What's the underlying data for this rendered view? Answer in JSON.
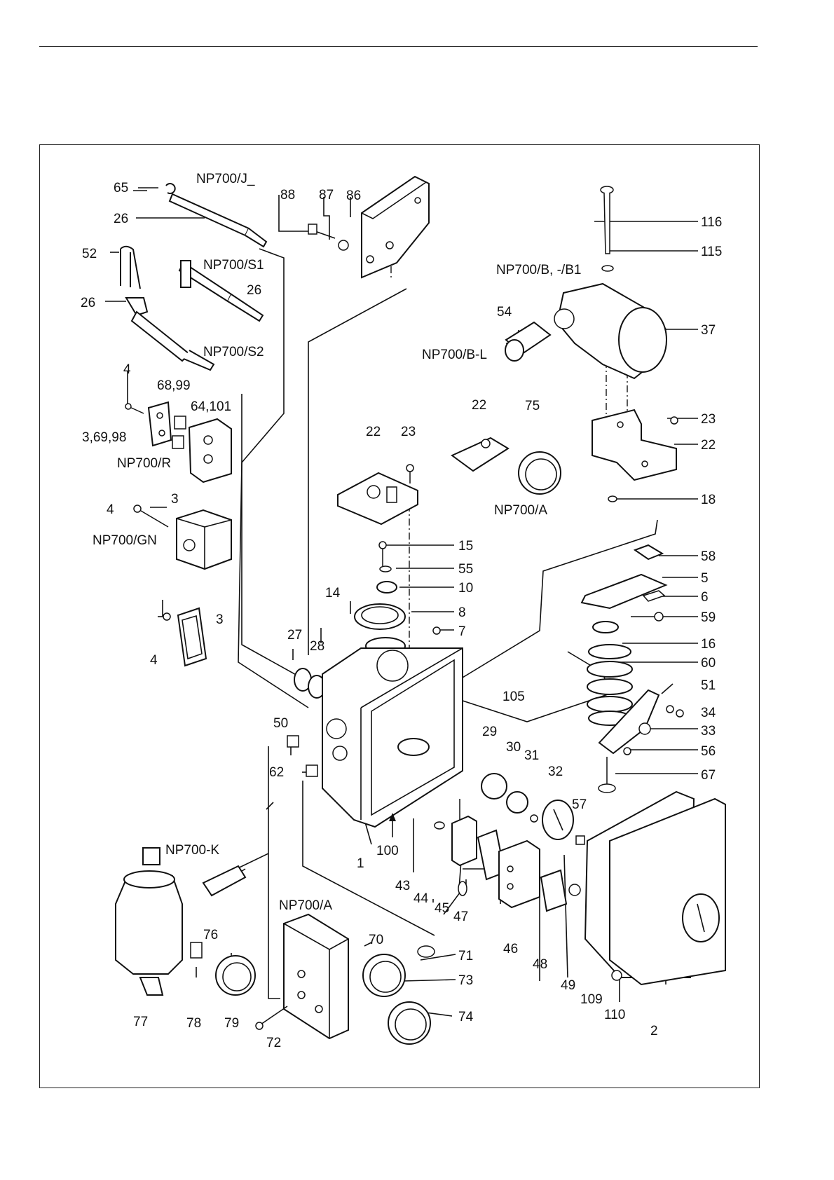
{
  "diagram": {
    "callouts": [
      {
        "id": "c65",
        "text": "65"
      },
      {
        "id": "c26a",
        "text": "26"
      },
      {
        "id": "c52",
        "text": "52"
      },
      {
        "id": "c26b",
        "text": "26"
      },
      {
        "id": "c26c",
        "text": "26"
      },
      {
        "id": "c4a",
        "text": "4"
      },
      {
        "id": "c6899",
        "text": "68,99"
      },
      {
        "id": "c64101",
        "text": "64,101"
      },
      {
        "id": "c36998",
        "text": "3,69,98"
      },
      {
        "id": "c4b",
        "text": "4"
      },
      {
        "id": "c3a",
        "text": "3"
      },
      {
        "id": "c3b",
        "text": "3"
      },
      {
        "id": "c4c",
        "text": "4"
      },
      {
        "id": "c88",
        "text": "88"
      },
      {
        "id": "c87",
        "text": "87"
      },
      {
        "id": "c86",
        "text": "86"
      },
      {
        "id": "c27",
        "text": "27"
      },
      {
        "id": "c28",
        "text": "28"
      },
      {
        "id": "c22a",
        "text": "22"
      },
      {
        "id": "c23a",
        "text": "23"
      },
      {
        "id": "c15",
        "text": "15"
      },
      {
        "id": "c55",
        "text": "55"
      },
      {
        "id": "c10",
        "text": "10"
      },
      {
        "id": "c14",
        "text": "14"
      },
      {
        "id": "c8",
        "text": "8"
      },
      {
        "id": "c7",
        "text": "7"
      },
      {
        "id": "c50",
        "text": "50"
      },
      {
        "id": "c62",
        "text": "62"
      },
      {
        "id": "c105",
        "text": "105"
      },
      {
        "id": "c1",
        "text": "1"
      },
      {
        "id": "c100",
        "text": "100"
      },
      {
        "id": "c116",
        "text": "116"
      },
      {
        "id": "c115",
        "text": "115"
      },
      {
        "id": "c54",
        "text": "54"
      },
      {
        "id": "c37",
        "text": "37"
      },
      {
        "id": "c22b",
        "text": "22"
      },
      {
        "id": "c75",
        "text": "75"
      },
      {
        "id": "c23b",
        "text": "23"
      },
      {
        "id": "c22c",
        "text": "22"
      },
      {
        "id": "c18",
        "text": "18"
      },
      {
        "id": "c58",
        "text": "58"
      },
      {
        "id": "c5",
        "text": "5"
      },
      {
        "id": "c6",
        "text": "6"
      },
      {
        "id": "c59",
        "text": "59"
      },
      {
        "id": "c16",
        "text": "16"
      },
      {
        "id": "c60",
        "text": "60"
      },
      {
        "id": "c51",
        "text": "51"
      },
      {
        "id": "c34",
        "text": "34"
      },
      {
        "id": "c33",
        "text": "33"
      },
      {
        "id": "c56",
        "text": "56"
      },
      {
        "id": "c67",
        "text": "67"
      },
      {
        "id": "c29",
        "text": "29"
      },
      {
        "id": "c30",
        "text": "30"
      },
      {
        "id": "c31",
        "text": "31"
      },
      {
        "id": "c32",
        "text": "32"
      },
      {
        "id": "c57",
        "text": "57"
      },
      {
        "id": "c43",
        "text": "43"
      },
      {
        "id": "c44",
        "text": "44"
      },
      {
        "id": "c45",
        "text": "45"
      },
      {
        "id": "c47",
        "text": "47"
      },
      {
        "id": "c46",
        "text": "46"
      },
      {
        "id": "c48",
        "text": "48"
      },
      {
        "id": "c49",
        "text": "49"
      },
      {
        "id": "c109",
        "text": "109"
      },
      {
        "id": "c110",
        "text": "110"
      },
      {
        "id": "c2",
        "text": "2"
      },
      {
        "id": "c76",
        "text": "76"
      },
      {
        "id": "c77",
        "text": "77"
      },
      {
        "id": "c78",
        "text": "78"
      },
      {
        "id": "c79",
        "text": "79"
      },
      {
        "id": "c70",
        "text": "70"
      },
      {
        "id": "c71",
        "text": "71"
      },
      {
        "id": "c73",
        "text": "73"
      },
      {
        "id": "c74",
        "text": "74"
      },
      {
        "id": "c72",
        "text": "72"
      }
    ],
    "variants": [
      {
        "id": "vJ",
        "text": "NP700/J_"
      },
      {
        "id": "vS1",
        "text": "NP700/S1"
      },
      {
        "id": "vS2",
        "text": "NP700/S2"
      },
      {
        "id": "vR",
        "text": "NP700/R"
      },
      {
        "id": "vGN",
        "text": "NP700/GN"
      },
      {
        "id": "vB",
        "text": "NP700/B, -/B1"
      },
      {
        "id": "vBL",
        "text": "NP700/B-L"
      },
      {
        "id": "vA1",
        "text": "NP700/A"
      },
      {
        "id": "vK",
        "text": "NP700-K"
      },
      {
        "id": "vA2",
        "text": "NP700/A"
      }
    ]
  }
}
